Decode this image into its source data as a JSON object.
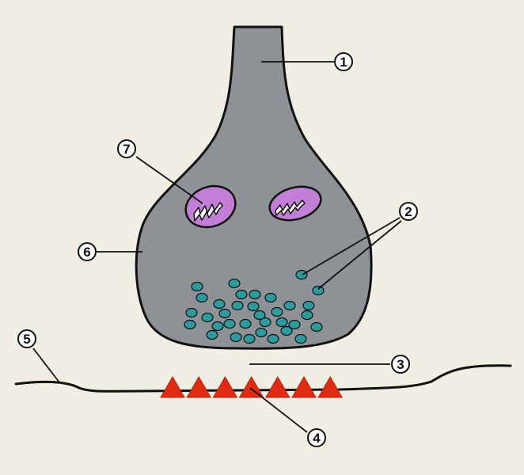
{
  "diagram": {
    "labels": [
      {
        "id": "1",
        "text": "1"
      },
      {
        "id": "2",
        "text": "2"
      },
      {
        "id": "3",
        "text": "3"
      },
      {
        "id": "4",
        "text": "4"
      },
      {
        "id": "5",
        "text": "5"
      },
      {
        "id": "6",
        "text": "6"
      },
      {
        "id": "7",
        "text": "7"
      }
    ],
    "vesicle_count": 34,
    "receptor_count": 7
  },
  "colors": {
    "background": "#f1efe3",
    "terminal_fill": "#8e9195",
    "outline": "#111111",
    "mitochondrion_fill": "#c37fd6",
    "mitochondrion_inner": "#ffffff",
    "vesicle_fill": "#2e9a9e",
    "receptor_fill": "#e12a12"
  }
}
